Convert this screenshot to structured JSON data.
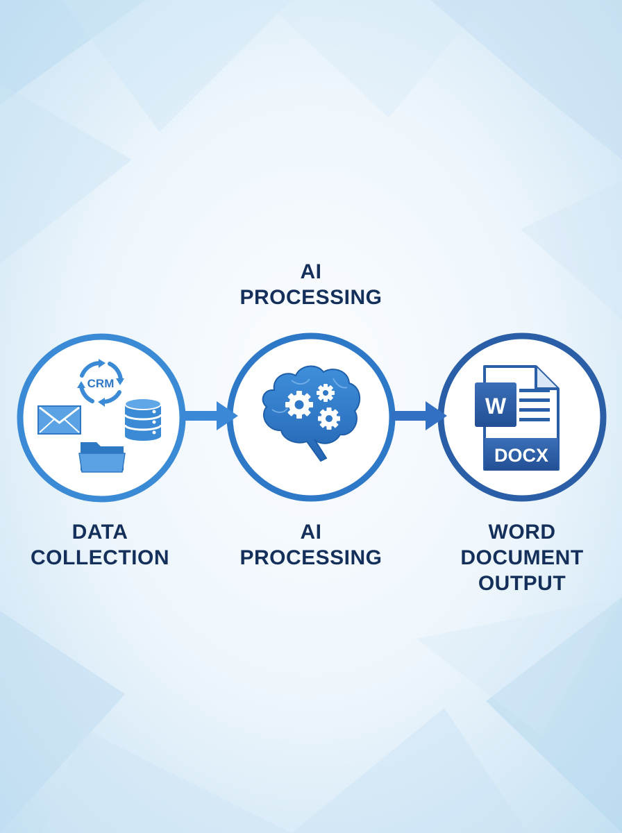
{
  "colors": {
    "stage_1_blue": "#3a8ad6",
    "stage_2_blue": "#2e78c8",
    "stage_3_blue": "#2a5fa8",
    "arrow_blue": "#3b89d6",
    "label_navy": "#14305a",
    "word_blue": "#2b579a"
  },
  "diagram": {
    "top_label_lines": [
      "AI",
      "PROCESSING"
    ],
    "stages": [
      {
        "label_lines": [
          "DATA",
          "COLLECTION"
        ],
        "icons": [
          "crm-sync-icon",
          "email-icon",
          "database-icon",
          "folder-icon"
        ],
        "crm_text": "CRM"
      },
      {
        "label_lines": [
          "AI",
          "PROCESSING"
        ],
        "icons": [
          "brain-gears-icon"
        ]
      },
      {
        "label_lines": [
          "WORD",
          "DOCUMENT",
          "OUTPUT"
        ],
        "icons": [
          "word-docx-icon"
        ],
        "word_letter": "W",
        "file_type": "DOCX"
      }
    ]
  }
}
